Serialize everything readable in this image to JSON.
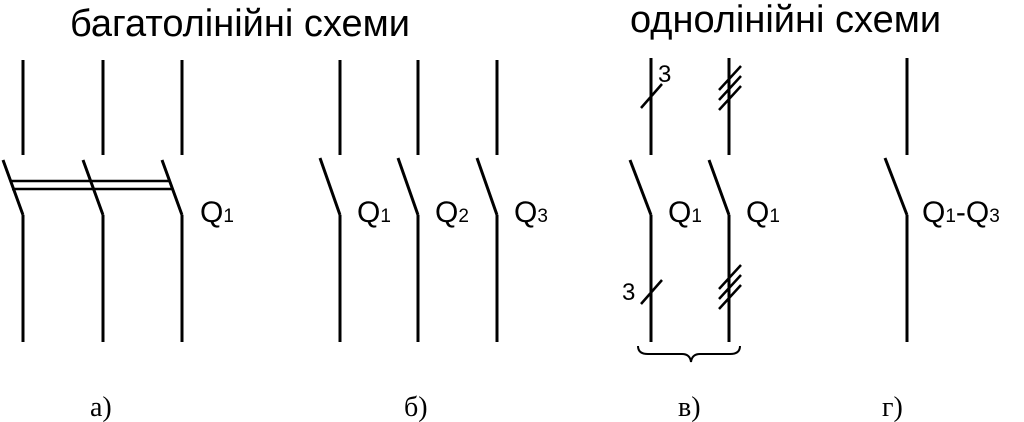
{
  "titles": {
    "multiline": "багатолінійні схеми",
    "singleline": "однолінійні схеми"
  },
  "panel_a": {
    "label_main": "Q",
    "label_sub": "1",
    "caption": "а)"
  },
  "panel_b": {
    "labels": [
      {
        "main": "Q",
        "sub": "1"
      },
      {
        "main": "Q",
        "sub": "2"
      },
      {
        "main": "Q",
        "sub": "3"
      }
    ],
    "caption": "б)"
  },
  "panel_c": {
    "labels": [
      {
        "main": "Q",
        "sub": "1"
      },
      {
        "main": "Q",
        "sub": "1"
      }
    ],
    "wire_count_top": "3",
    "wire_count_bottom": "3",
    "caption": "в)"
  },
  "panel_d": {
    "label_q1": "Q",
    "label_sub1": "1",
    "label_dash": "-Q",
    "label_sub2": "3",
    "caption": "г)"
  }
}
